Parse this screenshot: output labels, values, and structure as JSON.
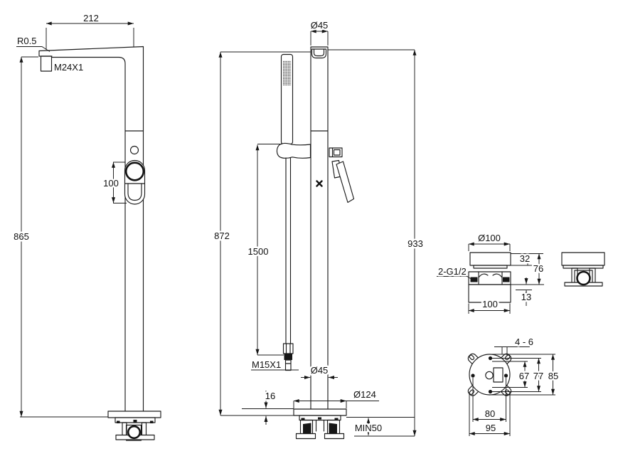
{
  "drawing": {
    "kind": "bath faucet technical dimension drawing",
    "colors": {
      "line": "#1c1c1c",
      "background": "#ffffff"
    }
  },
  "views": {
    "front": {
      "dims": {
        "spout_reach": "212",
        "corner_radius": "R0.5",
        "aerator_thread": "M24X1",
        "handle_length": "100",
        "height": "865"
      }
    },
    "side": {
      "dims": {
        "spout_dia": "Ø45",
        "height_to_spout": "872",
        "hose_length": "1500",
        "overall_height": "933",
        "hose_thread": "M15X1",
        "column_dia": "Ø45",
        "base_plate_thickness": "16",
        "base_plate_dia": "Ø124",
        "min_clearance": "MIN50"
      }
    },
    "base_side": {
      "dims": {
        "cover_dia": "Ø100",
        "cover_height": "32",
        "total_height": "76",
        "inlet_thread": "2-G1/2",
        "body_width": "100",
        "inlet_offset": "13"
      }
    },
    "base_plan": {
      "dims": {
        "screw_range": "4 - 6",
        "inner_span": "67",
        "hole_span": "77",
        "outer_span": "85",
        "hole_spacing": "80",
        "plate_width": "95"
      }
    }
  }
}
